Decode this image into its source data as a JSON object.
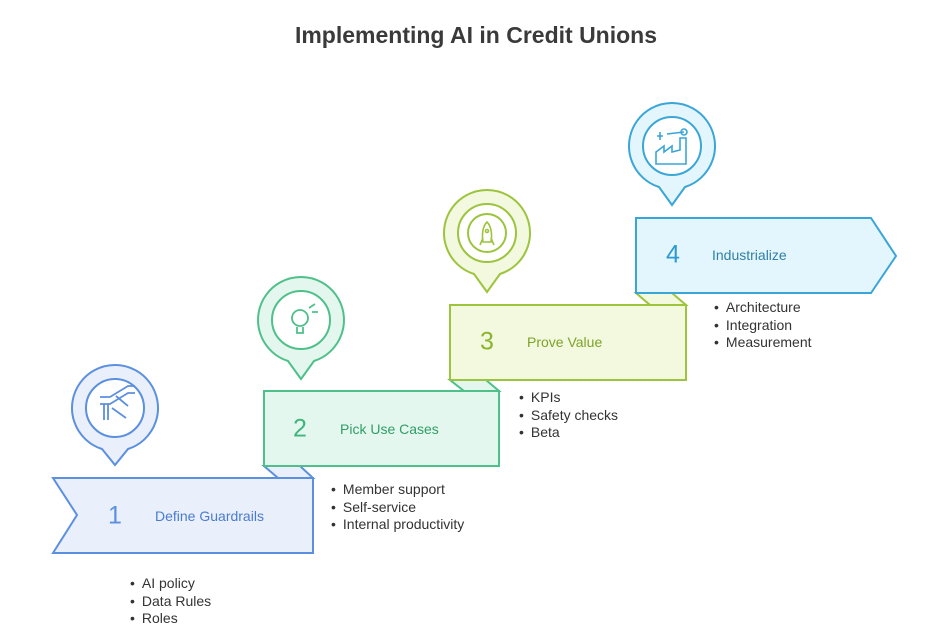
{
  "title": "Implementing AI in Credit Unions",
  "steps": [
    {
      "number": "1",
      "label": "Define Guardrails",
      "icon": "escalator-icon",
      "color": "#5b8fe0",
      "fill": "#e9f0fc",
      "bullets": [
        "AI policy",
        "Data Rules",
        "Roles"
      ]
    },
    {
      "number": "2",
      "label": "Pick Use Cases",
      "icon": "lightbulb-icon",
      "color": "#4fc08a",
      "fill": "#e4f7ee",
      "bullets": [
        "Member support",
        "Self-service",
        "Internal productivity"
      ]
    },
    {
      "number": "3",
      "label": "Prove Value",
      "icon": "rocket-icon",
      "color": "#9cc43c",
      "fill": "#f2f9de",
      "bullets": [
        "KPIs",
        "Safety checks",
        "Beta"
      ]
    },
    {
      "number": "4",
      "label": "Industrialize",
      "icon": "factory-icon",
      "color": "#3aa6d8",
      "fill": "#e4f6fd",
      "bullets": [
        "Architecture",
        "Integration",
        "Measurement"
      ]
    }
  ]
}
